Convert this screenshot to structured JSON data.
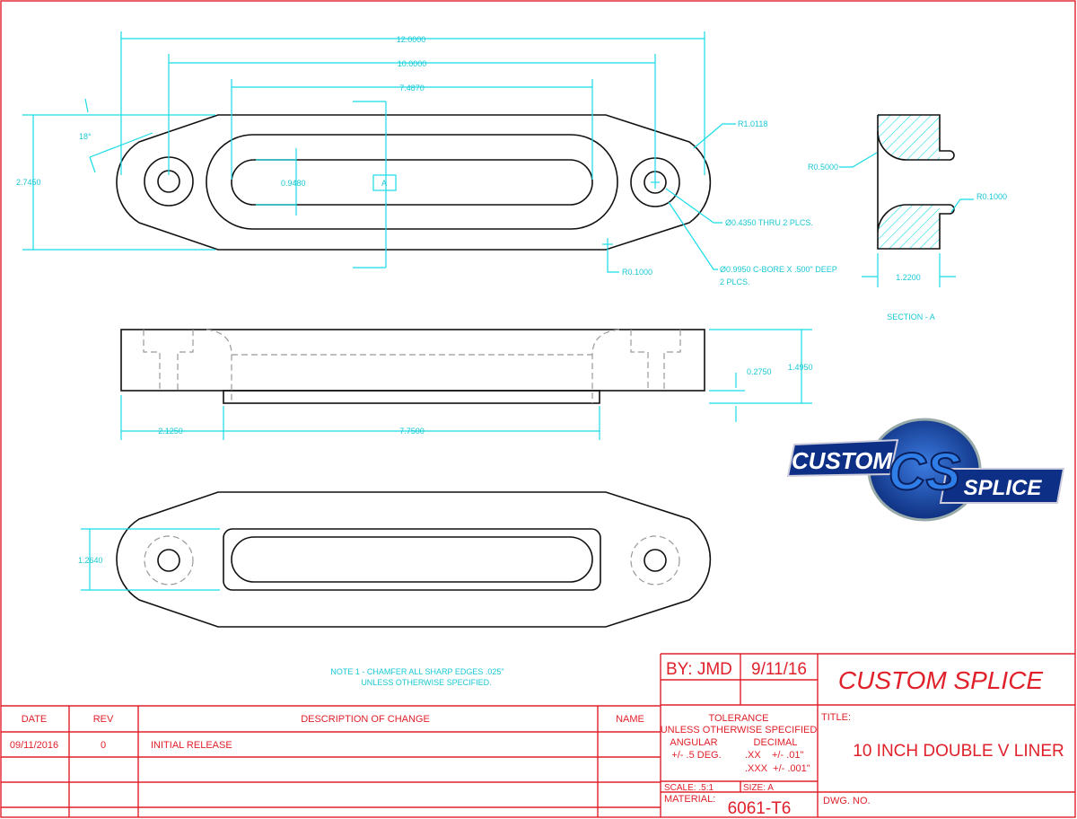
{
  "dimensions": {
    "overall_length": "12.0000",
    "hole_spacing": "10.0000",
    "slot_length": "7.4870",
    "chamfer_angle": "18°",
    "overall_height": "2.7450",
    "slot_width": "0.9480",
    "section_marker": "A",
    "end_radius": "R1.0118",
    "hole_note": "Ø0.4350  THRU 2 PLCS.",
    "cbore_note_1": "Ø0.9950 C-BORE X .500\" DEEP",
    "cbore_note_2": "2 PLCS.",
    "corner_radius": "R0.1000",
    "section_radius_1": "R0.5000",
    "section_radius_2": "R0.1000",
    "section_width": "1.2200",
    "section_label": "SECTION - A",
    "side_offset": "2.1250",
    "side_length": "7.7500",
    "side_height": "1.4950",
    "side_step": "0.2750",
    "bottom_height": "1.2640"
  },
  "note": {
    "line1": "NOTE 1 - CHAMFER ALL SHARP EDGES .025\"",
    "line2": "UNLESS OTHERWISE SPECIFIED."
  },
  "logo": {
    "word1": "CUSTOM",
    "word2": "SPLICE",
    "monogram": "CS"
  },
  "revision_table": {
    "headers": [
      "DATE",
      "REV",
      "DESCRIPTION OF CHANGE",
      "NAME"
    ],
    "rows": [
      [
        "09/11/2016",
        "0",
        "INITIAL RELEASE",
        ""
      ]
    ]
  },
  "title_block": {
    "by": "BY: JMD",
    "date": "9/11/16",
    "company": "CUSTOM SPLICE",
    "tolerance_title": "TOLERANCE",
    "tolerance_sub": "UNLESS OTHERWISE SPECIFIED",
    "angular_label": "ANGULAR",
    "angular_value": "+/- .5 DEG.",
    "decimal_label": "DECIMAL",
    "decimal_xx": ".XX    +/- .01\"",
    "decimal_xxx": ".XXX  +/- .001\"",
    "title_label": "TITLE:",
    "title": "10 INCH DOUBLE V LINER",
    "scale": "SCALE: .5:1",
    "size": "SIZE:  A",
    "material_label": "MATERIAL:",
    "material": "6061-T6",
    "dwg_no_label": "DWG. NO."
  },
  "colors": {
    "frame": "#e0202a",
    "dimension": "#19dce6",
    "geometry": "#111111"
  }
}
